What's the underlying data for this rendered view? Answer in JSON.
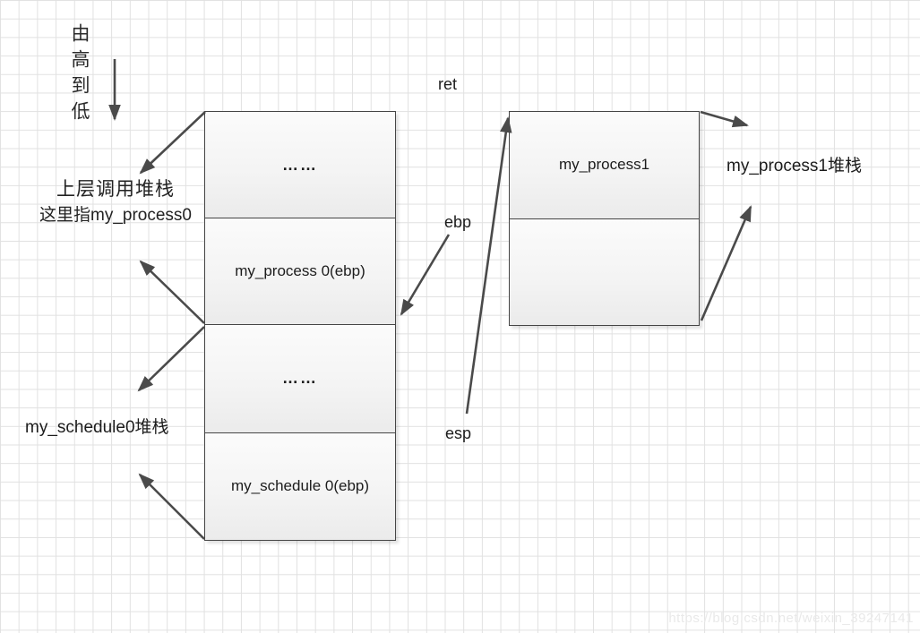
{
  "diagram": {
    "direction_note": "由高到低",
    "caller_label_line1": "上层调用堆栈",
    "caller_label_line2": "这里指my_process0",
    "schedule_stack_label": "my_schedule0堆栈",
    "process1_stack_label": "my_process1堆栈",
    "register_labels": {
      "ret": "ret",
      "ebp": "ebp",
      "esp": "esp"
    },
    "stacks": {
      "process0": {
        "cells": [
          "……",
          "my_process 0(ebp)"
        ]
      },
      "schedule0": {
        "cells": [
          "……",
          "my_schedule 0(ebp)"
        ]
      },
      "process1": {
        "cells": [
          "my_process1",
          ""
        ]
      }
    }
  },
  "watermark": "https://blog.csdn.net/weixin_39247141",
  "colors": {
    "grid_line": "#e1e1e1",
    "box_border": "#454545",
    "box_fill_top": "#fbfbfb",
    "box_fill_bottom": "#ebebeb",
    "arrow": "#4a4a4a",
    "text": "#1c1c1c",
    "watermark": "#e9e9e9"
  }
}
